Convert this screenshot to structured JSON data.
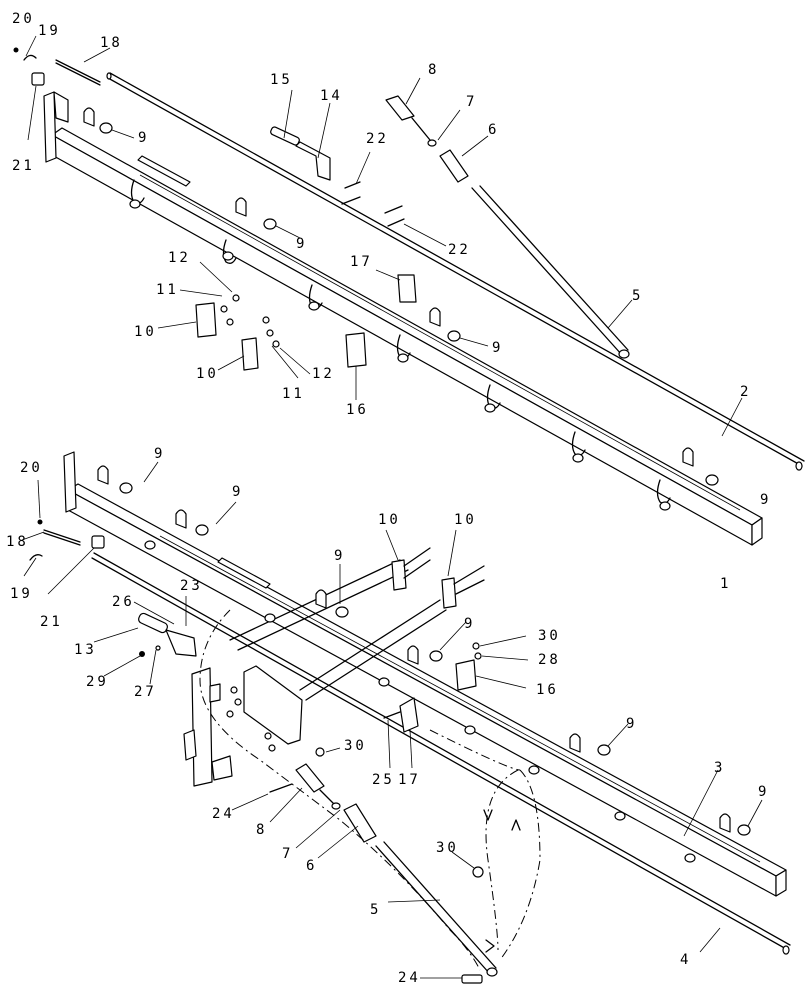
{
  "diagram": {
    "callouts": {
      "c20a": "20",
      "c19a": "19",
      "c18a": "18",
      "c21a": "21",
      "c15": "15",
      "c14": "14",
      "c8a": "8",
      "c7a": "7",
      "c6a": "6",
      "c9a": "9",
      "c22a": "22",
      "c22b": "22",
      "c9b": "9",
      "c12a": "12",
      "c17a": "17",
      "c11a": "11",
      "c10a": "10",
      "c5a": "5",
      "c10b": "10",
      "c11b": "11",
      "c12b": "12",
      "c16a": "16",
      "c9c": "9",
      "c2": "2",
      "c9d": "9",
      "c20b": "20",
      "c9e": "9",
      "c9f": "9",
      "c1": "1",
      "c10c": "10",
      "c10d": "10",
      "c18b": "18",
      "c19b": "19",
      "c21b": "21",
      "c9g": "9",
      "c23": "23",
      "c26": "26",
      "c9h": "9",
      "c13": "13",
      "c30a": "30",
      "c29": "29",
      "c28": "28",
      "c27": "27",
      "c16b": "16",
      "c9i": "9",
      "c25": "25",
      "c17b": "17",
      "c30b": "30",
      "c24a": "24",
      "c3": "3",
      "c8b": "8",
      "c9j": "9",
      "c7b": "7",
      "c6b": "6",
      "c30c": "30",
      "c5b": "5",
      "c4": "4",
      "c24b": "24"
    }
  }
}
